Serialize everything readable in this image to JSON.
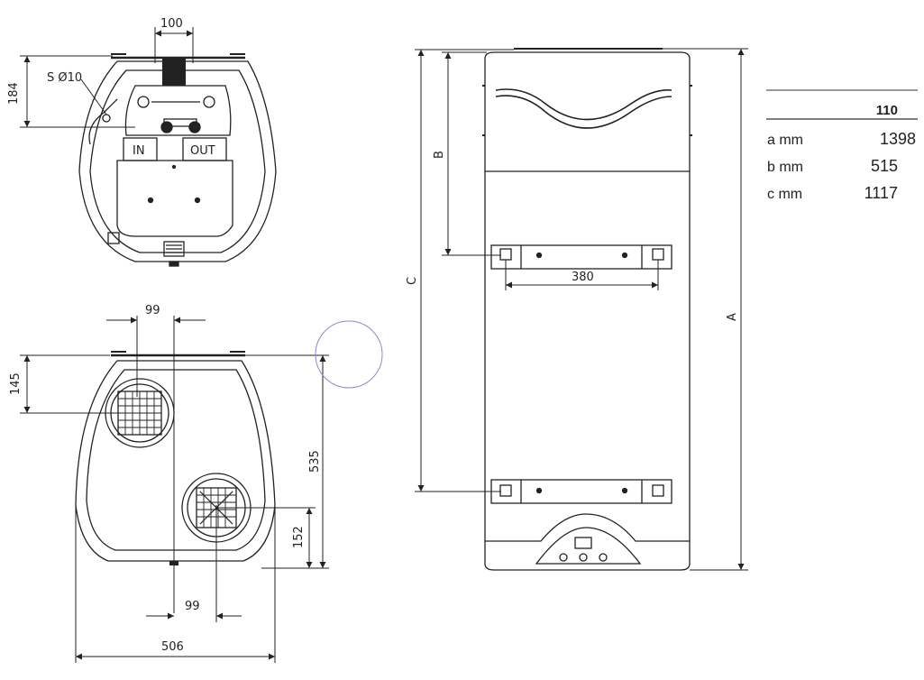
{
  "top_view": {
    "dim_width": "100",
    "dim_height": "184",
    "label_drain": "S Ø10",
    "label_in": "IN",
    "label_out": "OUT"
  },
  "bottom_view": {
    "dim_top_offset": "99",
    "dim_top_height": "145",
    "dim_depth": "535",
    "dim_bottom_height": "152",
    "dim_bottom_offset": "99",
    "dim_width": "506"
  },
  "side_view": {
    "dim_a": "A",
    "dim_b": "B",
    "dim_c": "C",
    "dim_bracket": "380"
  },
  "table": {
    "model": "110",
    "rows": [
      {
        "label": "a mm",
        "value": "1398"
      },
      {
        "label": "b mm",
        "value": "515"
      },
      {
        "label": "c mm",
        "value": "1117"
      }
    ],
    "colors": {
      "header": "#b9c6cc",
      "rule": "#333333"
    }
  }
}
